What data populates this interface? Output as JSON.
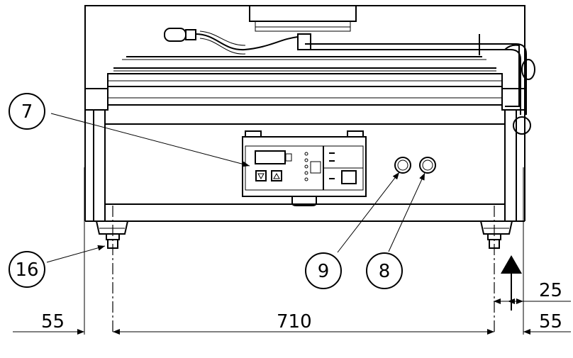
{
  "callouts": {
    "c7": "7",
    "c16": "16",
    "c9": "9",
    "c8": "8"
  },
  "dimensions": {
    "left_margin": "55",
    "center_width": "710",
    "right_margin": "55",
    "leg_offset": "25"
  }
}
